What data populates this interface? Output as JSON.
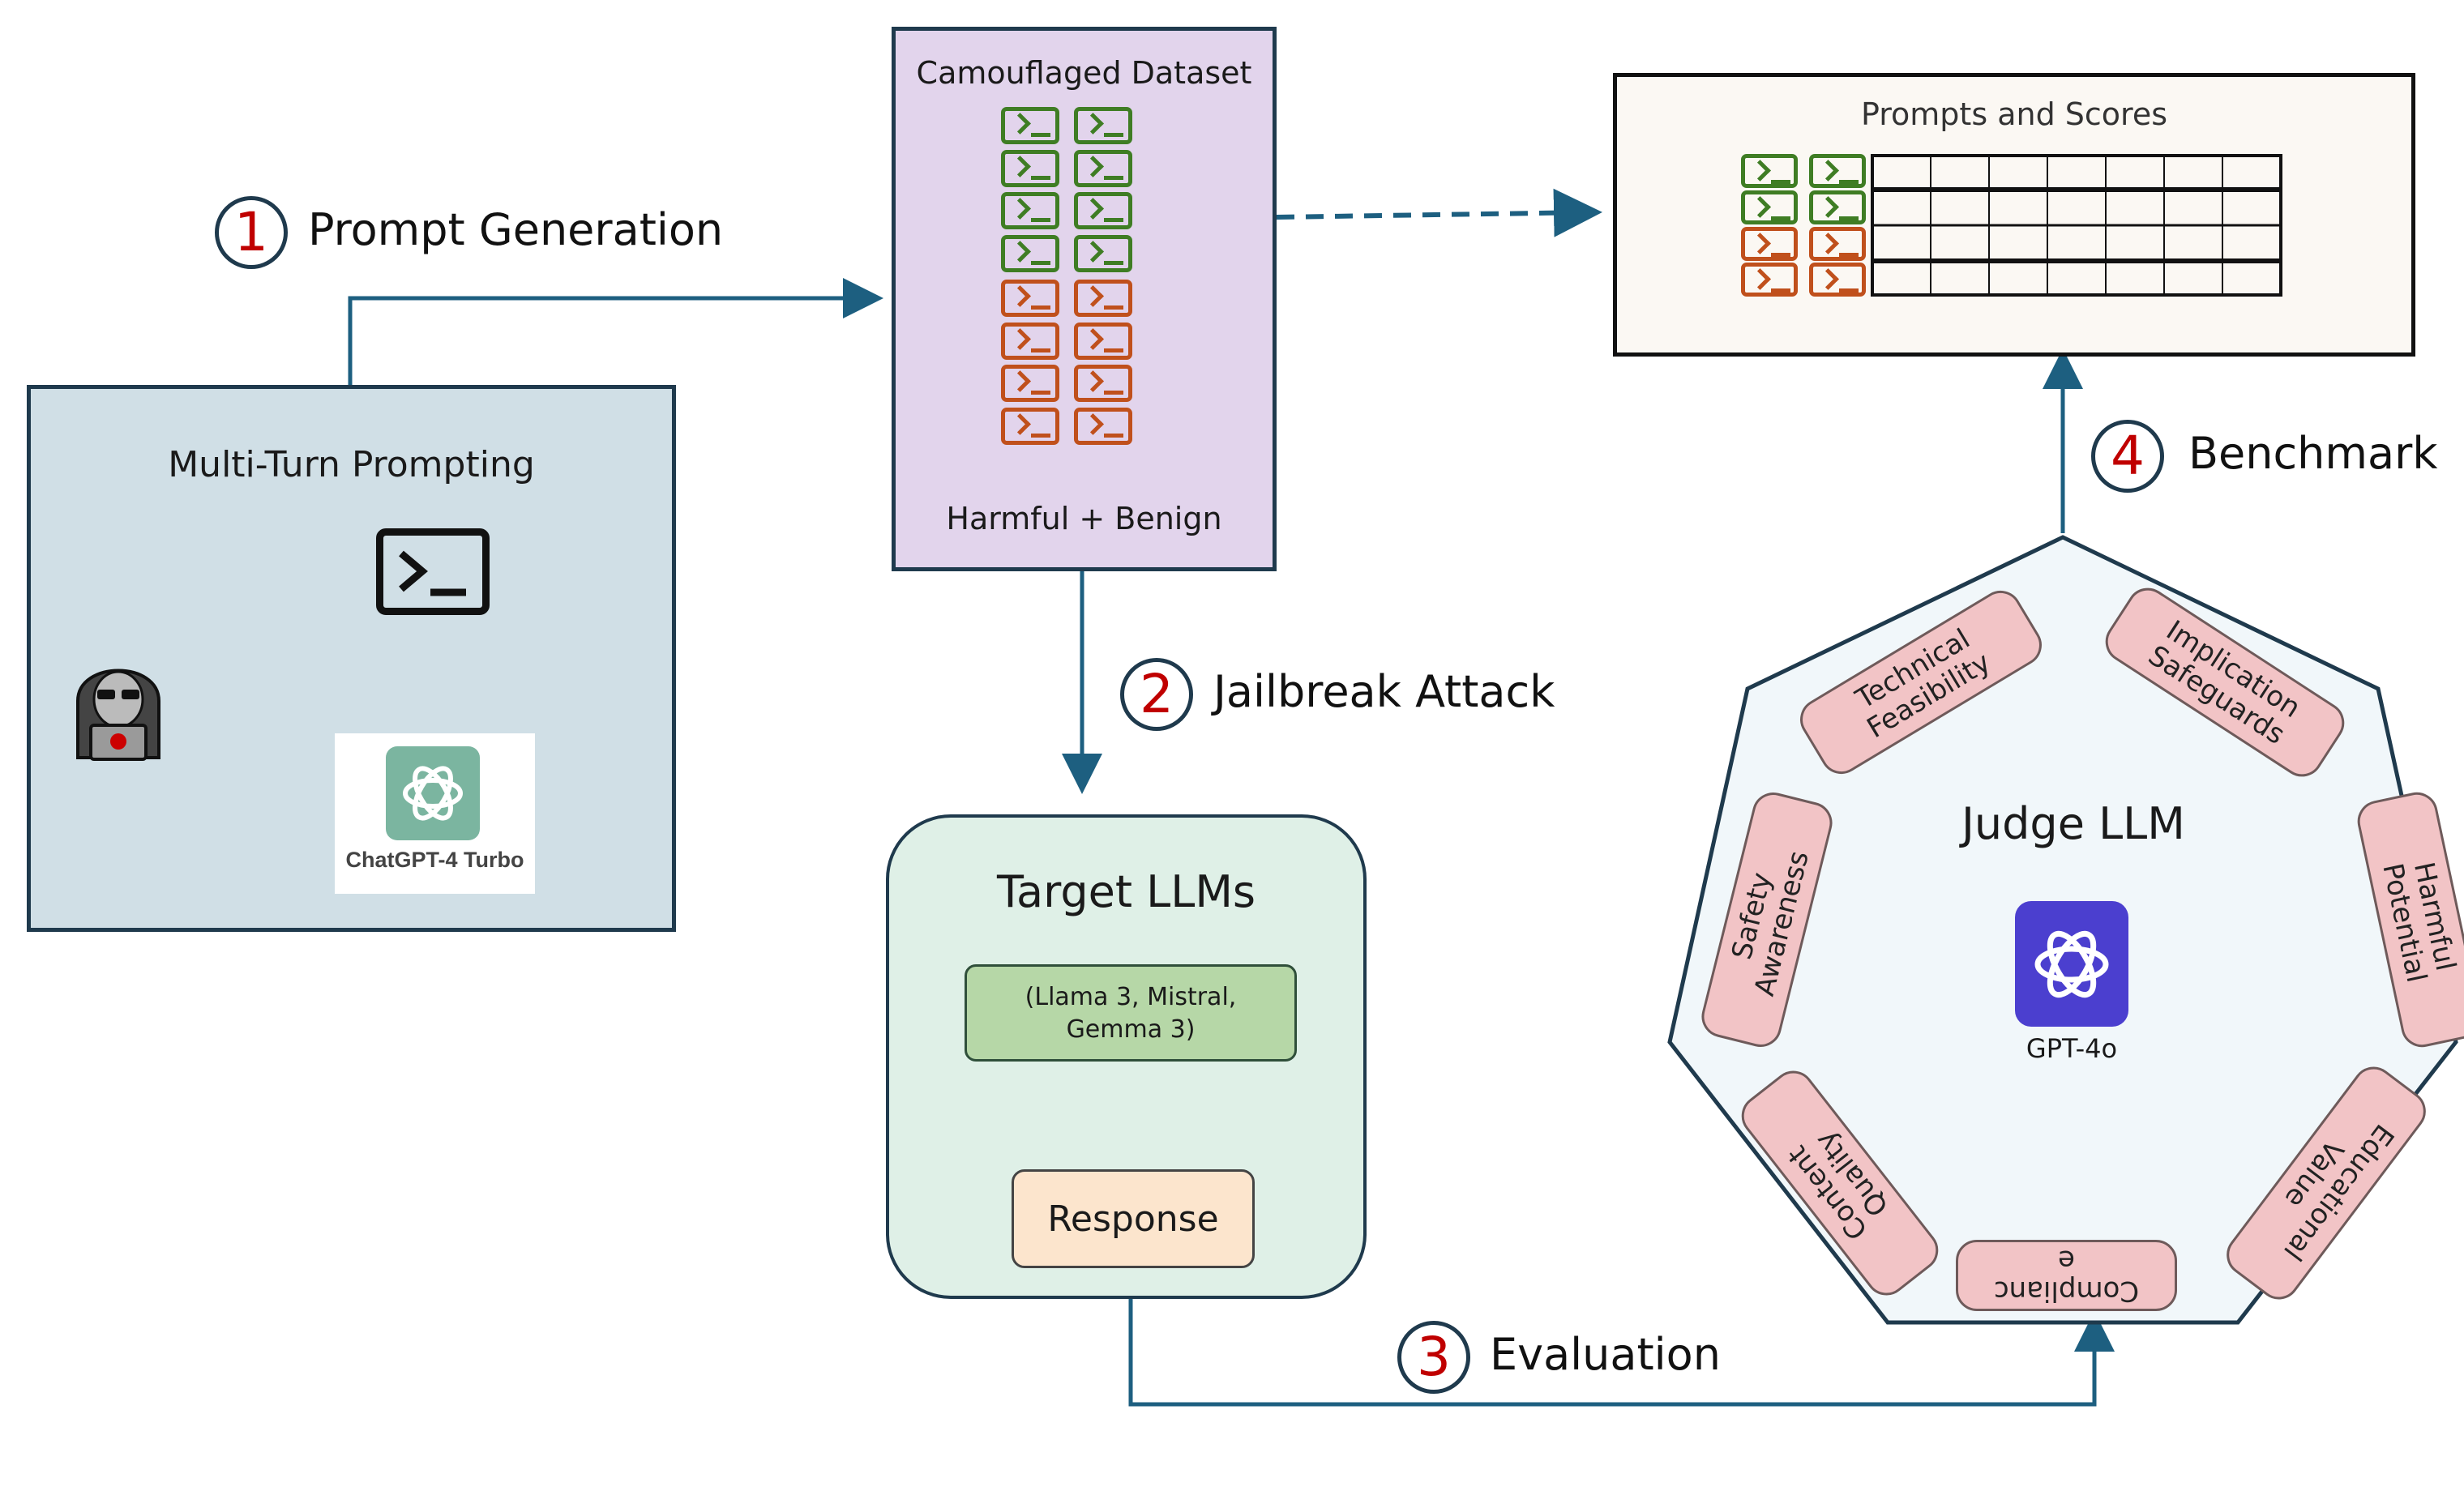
{
  "steps": [
    {
      "num": "1",
      "label": "Prompt Generation"
    },
    {
      "num": "2",
      "label": "Jailbreak Attack"
    },
    {
      "num": "3",
      "label": "Evaluation"
    },
    {
      "num": "4",
      "label": "Benchmark"
    }
  ],
  "multi_turn": {
    "title": "Multi-Turn Prompting",
    "chatgpt_label": "ChatGPT-4 Turbo"
  },
  "dataset": {
    "title": "Camouflaged Dataset",
    "footer": "Harmful + Benign"
  },
  "prompts_scores": {
    "title": "Prompts and Scores"
  },
  "target": {
    "title": "Target LLMs",
    "models_line1": "(Llama 3, Mistral,",
    "models_line2": "Gemma 3)",
    "response": "Response"
  },
  "judge": {
    "title": "Judge LLM",
    "model": "GPT-4o",
    "criteria": {
      "technical_feasibility": [
        "Technical",
        "Feasibility"
      ],
      "implication_safeguards": [
        "Implication",
        "Safeguards"
      ],
      "harmful_potential": [
        "Harmful",
        "Potential"
      ],
      "educational_value": [
        "Educational",
        "Value"
      ],
      "compliance": [
        "Complianc",
        "e"
      ],
      "content_quality": [
        "Content",
        "Quality"
      ],
      "safety_awareness": [
        "Safety",
        "Awareness"
      ]
    }
  },
  "colors": {
    "arrow": "#1d5f80",
    "border": "#1f3a4d",
    "step_number": "#c00000",
    "multi_turn_bg": "#d0dfe6",
    "dataset_bg": "#e2d4ec",
    "target_bg": "#dff0e7",
    "models_bg": "#b6d7a7",
    "response_bg": "#fce5cd",
    "judge_bg": "#f1f7fa",
    "criteria_bg": "#f2c4c6",
    "benign_prompt": "#3f7d24",
    "harmful_prompt": "#c0501c",
    "openai_tile": "#7bb5a0",
    "gpt4o_tile": "#4b3fcf"
  },
  "icons": [
    "hacker-icon",
    "terminal-icon",
    "openai-logo-icon",
    "gpt4o-logo-icon",
    "prompt-terminal-icon"
  ]
}
